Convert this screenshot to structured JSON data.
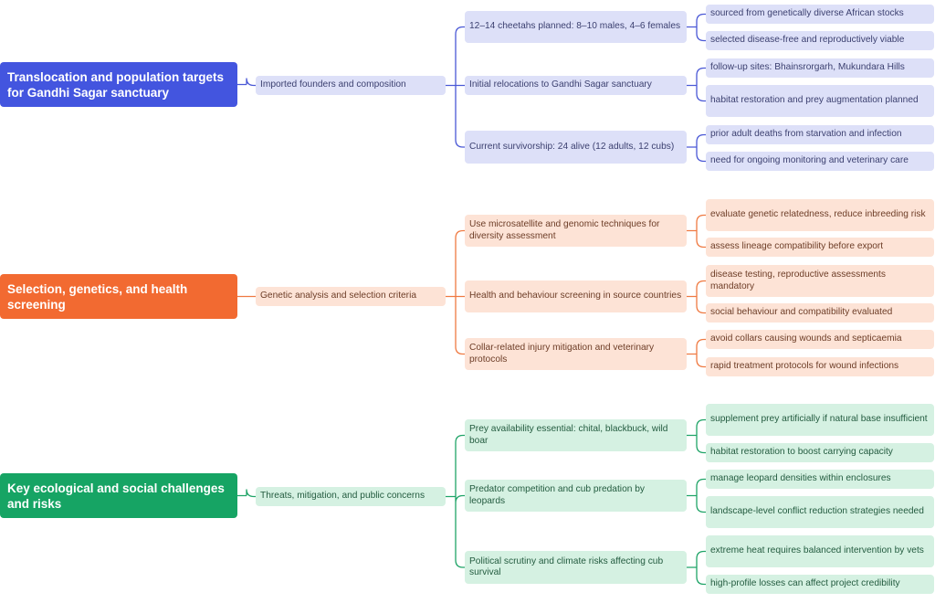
{
  "colors": {
    "blue": "#4355df",
    "blue_line": "#4a58d6",
    "orange": "#f26a31",
    "orange_line": "#ef7a42",
    "green": "#16a464",
    "green_line": "#1fa467"
  },
  "groups": [
    {
      "theme": "blue",
      "root": "Translocation and population targets for Gandhi Sagar sanctuary",
      "branch": "Imported founders and composition",
      "items": [
        {
          "text": "12–14 cheetahs planned: 8–10 males, 4–6 females",
          "leaves": [
            "sourced from genetically diverse African stocks",
            "selected disease-free and reproductively viable"
          ]
        },
        {
          "text": "Initial relocations to Gandhi Sagar sanctuary",
          "leaves": [
            "follow-up sites: Bhainsrorgarh, Mukundara Hills",
            "habitat restoration and prey augmentation planned"
          ]
        },
        {
          "text": "Current survivorship: 24 alive (12 adults, 12 cubs)",
          "leaves": [
            "prior adult deaths from starvation and infection",
            "need for ongoing monitoring and veterinary care"
          ]
        }
      ]
    },
    {
      "theme": "orange",
      "root": "Selection, genetics, and health screening",
      "branch": "Genetic analysis and selection criteria",
      "items": [
        {
          "text": "Use microsatellite and genomic techniques for diversity assessment",
          "leaves": [
            "evaluate genetic relatedness, reduce inbreeding risk",
            "assess lineage compatibility before export"
          ]
        },
        {
          "text": "Health and behaviour screening in source countries",
          "leaves": [
            "disease testing, reproductive assessments mandatory",
            "social behaviour and compatibility evaluated"
          ]
        },
        {
          "text": "Collar-related injury mitigation and veterinary protocols",
          "leaves": [
            "avoid collars causing wounds and septicaemia",
            "rapid treatment protocols for wound infections"
          ]
        }
      ]
    },
    {
      "theme": "green",
      "root": "Key ecological and social challenges and risks",
      "branch": "Threats, mitigation, and public concerns",
      "items": [
        {
          "text": "Prey availability essential: chital, blackbuck, wild boar",
          "leaves": [
            "supplement prey artificially if natural base insufficient",
            "habitat restoration to boost carrying capacity"
          ]
        },
        {
          "text": "Predator competition and cub predation by leopards",
          "leaves": [
            "manage leopard densities within enclosures",
            "landscape-level conflict reduction strategies needed"
          ]
        },
        {
          "text": "Political scrutiny and climate risks affecting cub survival",
          "leaves": [
            "extreme heat requires balanced intervention by vets",
            "high-profile losses can affect project credibility"
          ]
        }
      ]
    }
  ]
}
